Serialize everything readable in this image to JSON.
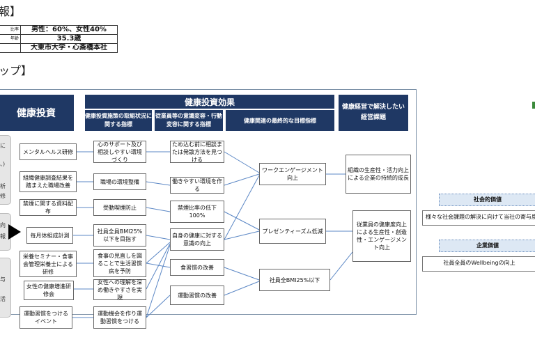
{
  "section1_heading": "報】",
  "info_table": [
    {
      "key": "比率",
      "value": "男性：60%、女性40%"
    },
    {
      "key": "年齢",
      "value": "35.3歳"
    },
    {
      "key": "",
      "value": "大東市大学・心斎橋本社"
    }
  ],
  "section2_heading": "ップ】",
  "header": {
    "investment": "健康投資",
    "effects": "健康投資効果",
    "col_measures": "健康投資施策の取組状況に関する指標",
    "col_awareness": "従業員等の意識変容・行動変容に関する指標",
    "col_final": "健康関連の最終的な目標指標",
    "col_issue": "健康経営で解決したい経営課題"
  },
  "left_partial": [
    "に",
    "、)",
    "析",
    "修",
    "向",
    "報",
    "与",
    "活"
  ],
  "investments": [
    "メンタルヘルス研修",
    "組織健康調査結果を踏まえた職場改善",
    "禁煙に関する資料配布",
    "毎月体組成計測",
    "栄養セミナー・食事会管理栄養士による研修",
    "女性の健康増進研修会",
    "運動習慣をつけるイベント"
  ],
  "measures": [
    "心のサポート及び相談しやすい環境づくり",
    "職場の環境整備",
    "受動喫煙防止",
    "社員全員BMI25%以下を目指す",
    "食事の見直しを図ることで生活習慣病を予防",
    "女性への理解を深め働きやすさを実現",
    "運動機会を作り運動習慣をつける"
  ],
  "awareness": [
    "ため込む前に相談または発散方法を見つける",
    "働きやすい環境を作る",
    "禁煙比率の低下100%",
    "自身の健康に対する意識の向上",
    "食習慣の改善",
    "運動習慣の改善"
  ],
  "final": [
    "ワークエンゲージメント向上",
    "プレゼンティーズム低減",
    "社員全BMI25%以下"
  ],
  "issues": [
    "組織の生産性・活力向上による企業の持続的成長",
    "従業員の健康度向上による生産性・創造性・エンゲージメント向上"
  ],
  "social_value": {
    "heading": "社会的価値",
    "text": "様々な社会課題の解決に向けて当社の寄与度"
  },
  "corporate_value": {
    "heading": "企業価値",
    "text": "社員全員のWellbeingの向上"
  },
  "colors": {
    "navy": "#1f3864",
    "value_header": "#dde8f4",
    "connector": "#5b87c5"
  }
}
